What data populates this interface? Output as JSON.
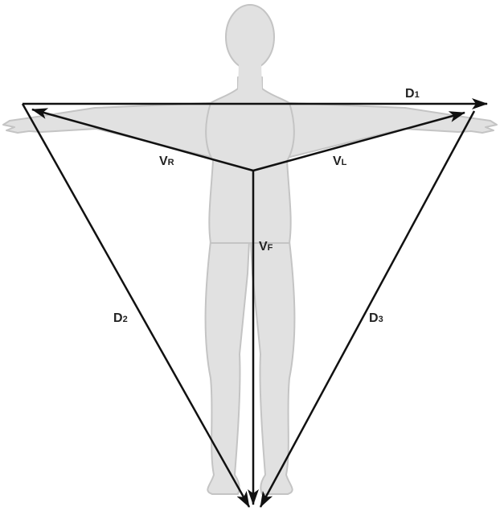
{
  "colors": {
    "background": "#ffffff",
    "body_fill": "#e1e1e1",
    "body_outline": "#c4c4c4",
    "vector": "#111111",
    "label": "#222222"
  },
  "labels": {
    "d1": {
      "main": "D",
      "sub": "1"
    },
    "d2": {
      "main": "D",
      "sub": "2"
    },
    "d3": {
      "main": "D",
      "sub": "3"
    },
    "vr": {
      "main": "V",
      "sub": "R"
    },
    "vl": {
      "main": "V",
      "sub": "L"
    },
    "vf": {
      "main": "V",
      "sub": "F"
    }
  }
}
